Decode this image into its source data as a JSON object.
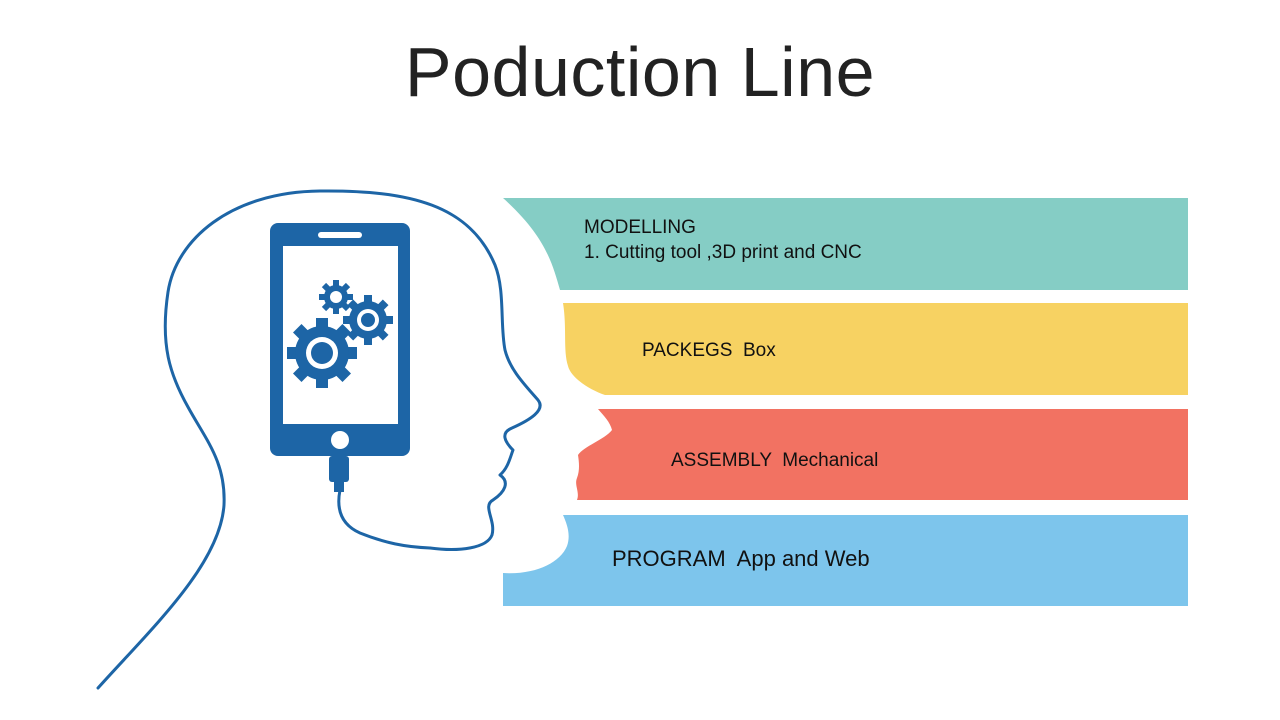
{
  "slide": {
    "title": "Poduction Line"
  },
  "bands": [
    {
      "id": "modelling",
      "heading": "MODELLING",
      "subtitle": "1. Cutting tool ,3D print and CNC",
      "color": "#85CDC5"
    },
    {
      "id": "packegs",
      "heading": "PACKEGS  Box",
      "color": "#F7D262"
    },
    {
      "id": "assembly",
      "heading": "ASSEMBLY  Mechanical",
      "color": "#F27262"
    },
    {
      "id": "program",
      "heading": "PROGRAM  App and Web",
      "color": "#7DC5EC"
    }
  ],
  "icons": {
    "head": "head-outline-icon",
    "phone": "smartphone-icon",
    "gears": "gears-icon",
    "cable": "cable-icon"
  },
  "colors": {
    "outline": "#1D65A6",
    "phone": "#1D65A6",
    "title": "#222222"
  }
}
